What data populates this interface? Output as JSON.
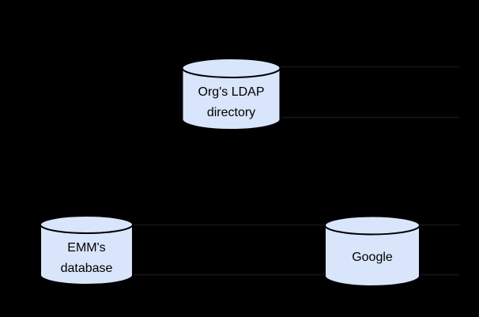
{
  "canvas": {
    "background": "#000000"
  },
  "colors": {
    "cylinder_fill": "#d9e5fa",
    "cylinder_stroke": "#000000",
    "label_color": "#000000",
    "connector_color": "#161616"
  },
  "nodes": {
    "ldap": {
      "shape": "database-cylinder",
      "lines": [
        "Org's LDAP",
        "directory"
      ]
    },
    "emm": {
      "shape": "database-cylinder",
      "lines": [
        "EMM's",
        "database"
      ]
    },
    "google": {
      "shape": "database-cylinder",
      "lines": [
        "Google"
      ]
    }
  },
  "connectors": [
    {
      "id": "ldap-right-upper",
      "from": "ldap",
      "to": "right-rail",
      "orientation": "horizontal"
    },
    {
      "id": "ldap-right-lower",
      "from": "ldap",
      "to": "right-rail",
      "orientation": "horizontal"
    },
    {
      "id": "emm-right-upper",
      "from": "emm",
      "to": "right-rail",
      "orientation": "horizontal",
      "passes_behind": "google"
    },
    {
      "id": "emm-right-lower",
      "from": "emm",
      "to": "right-rail",
      "orientation": "horizontal",
      "passes_behind": "google"
    }
  ]
}
